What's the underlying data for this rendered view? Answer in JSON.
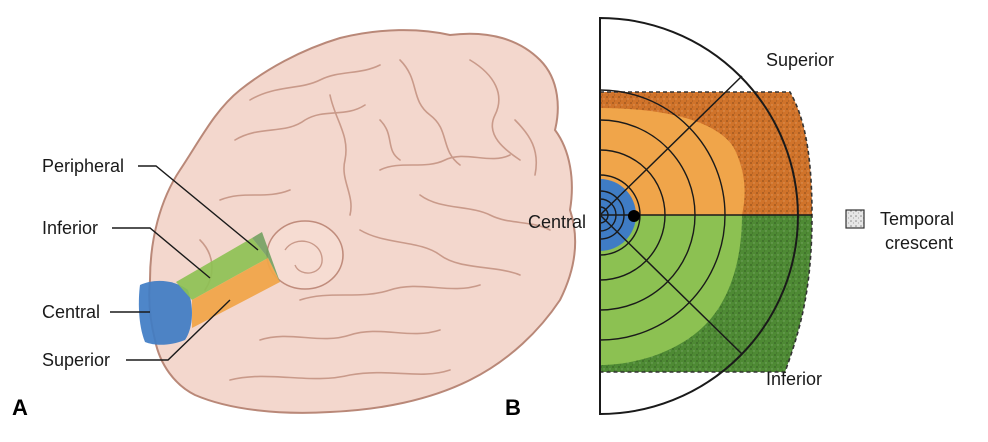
{
  "panel_a": {
    "letter": "A",
    "labels": {
      "peripheral": "Peripheral",
      "inferior": "Inferior",
      "central": "Central",
      "superior": "Superior"
    }
  },
  "panel_b": {
    "letter": "B",
    "labels": {
      "superior": "Superior",
      "central": "Central",
      "inferior": "Inferior"
    },
    "legend": {
      "line1": "Temporal",
      "line2": "crescent"
    }
  },
  "colors": {
    "central": "#3f7cc4",
    "superior": "#f0a54a",
    "inferior": "#8cc152",
    "temporal_crescent_superior": "#d0732a",
    "temporal_crescent_inferior": "#4e8a34",
    "brain": "#f2d5cb",
    "brain_outline": "#b98878"
  }
}
